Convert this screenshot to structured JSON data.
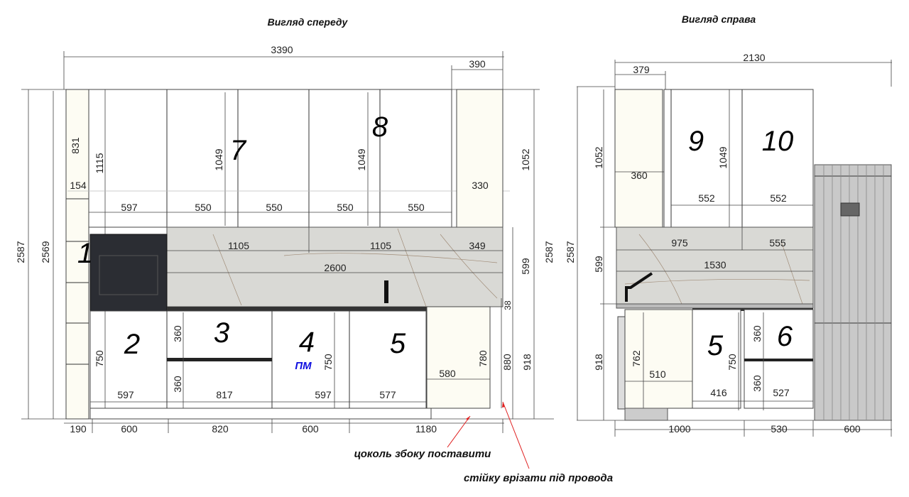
{
  "front": {
    "title": "Вигляд спереду",
    "dims": [
      "3390",
      "390",
      "2587",
      "2569",
      "831",
      "1115",
      "154",
      "597",
      "550",
      "550",
      "550",
      "550",
      "1049",
      "1049",
      "330",
      "1052",
      "1105",
      "1105",
      "349",
      "2600",
      "599",
      "2587",
      "38",
      "750",
      "360",
      "360",
      "750",
      "780",
      "880",
      "918",
      "597",
      "817",
      "597",
      "577",
      "580",
      "190",
      "600",
      "820",
      "600",
      "1180"
    ],
    "numbers": [
      "1",
      "2",
      "3",
      "4",
      "5",
      "7",
      "8"
    ],
    "pm_label": "ПМ"
  },
  "side": {
    "title": "Вигляд справа",
    "dims": [
      "2130",
      "379",
      "2587",
      "1052",
      "360",
      "1049",
      "552",
      "552",
      "975",
      "555",
      "1530",
      "599",
      "918",
      "762",
      "510",
      "360",
      "750",
      "360",
      "416",
      "527",
      "1000",
      "530",
      "600"
    ],
    "numbers": [
      "9",
      "10",
      "5",
      "6"
    ]
  },
  "notes": [
    "цоколь збоку поставити",
    "стійку врізати під провода"
  ],
  "colors": {
    "annotation": "#e02020",
    "pm": "#1010e0",
    "oven": "#2b2d33",
    "marble": "#d9d9d5",
    "fridge": "#c9c9c9"
  }
}
